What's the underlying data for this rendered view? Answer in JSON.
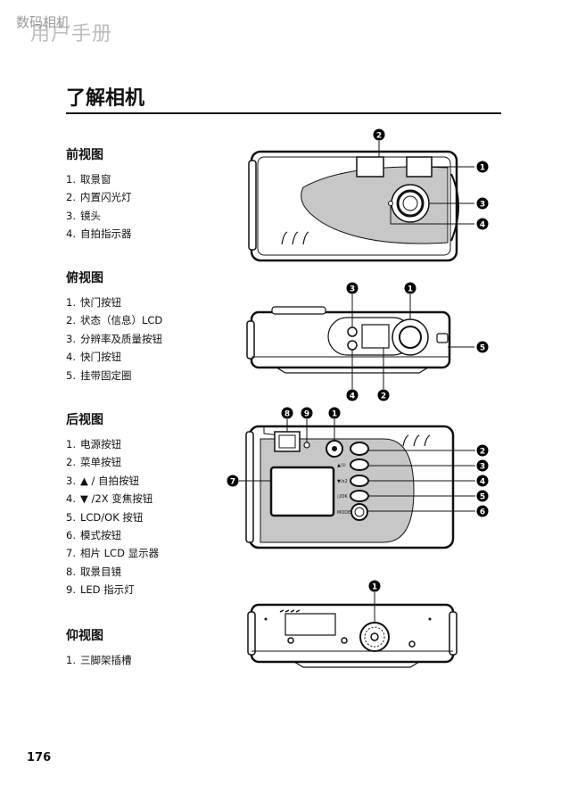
{
  "header": {
    "category": "数码相机",
    "manual": "用户手册"
  },
  "page_title": "了解相机",
  "sections": [
    {
      "title": "前视图",
      "items": [
        {
          "num": "1.",
          "text": "取景窗"
        },
        {
          "num": "2.",
          "text": "内置闪光灯"
        },
        {
          "num": "3.",
          "text": "镜头"
        },
        {
          "num": "4.",
          "text": "自拍指示器"
        }
      ]
    },
    {
      "title": "俯视图",
      "items": [
        {
          "num": "1.",
          "text": "快门按钮"
        },
        {
          "num": "2.",
          "text": "状态（信息）LCD"
        },
        {
          "num": "3.",
          "text": "分辨率及质量按钮"
        },
        {
          "num": "4.",
          "text": "快门按钮"
        },
        {
          "num": "5.",
          "text": "挂带固定圈"
        }
      ]
    },
    {
      "title": "后视图",
      "items": [
        {
          "num": "1.",
          "text": "电源按钮"
        },
        {
          "num": "2.",
          "text": "菜单按钮"
        },
        {
          "num": "3.",
          "text": "▲ / 自拍按钮"
        },
        {
          "num": "4.",
          "text": "▼ /2X 变焦按钮"
        },
        {
          "num": "5.",
          "text": "LCD/OK 按钮"
        },
        {
          "num": "6.",
          "text": "模式按钮"
        },
        {
          "num": "7.",
          "text": "相片 LCD 显示器"
        },
        {
          "num": "8.",
          "text": "取景目镜"
        },
        {
          "num": "9.",
          "text": "LED 指示灯"
        }
      ]
    },
    {
      "title": "仰视图",
      "items": [
        {
          "num": "1.",
          "text": "三脚架插槽"
        }
      ]
    }
  ],
  "callouts": {
    "front": [
      "2",
      "1",
      "3",
      "4"
    ],
    "top": [
      "3",
      "1",
      "5",
      "4",
      "2"
    ],
    "back": [
      "8",
      "9",
      "1",
      "2",
      "3",
      "4",
      "5",
      "6",
      "7"
    ],
    "bottom": [
      "1"
    ]
  },
  "button_labels": {
    "btn3": "▲/⊙",
    "btn4": "▼/x2",
    "btn5": "▯/OK",
    "btn6": "MODE"
  },
  "page_number": "176"
}
